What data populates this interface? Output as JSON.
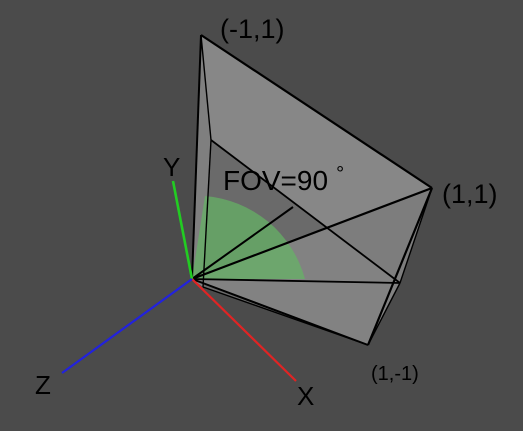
{
  "diagram": {
    "corners": {
      "top_left": "(-1,1)",
      "right": "(1,1)",
      "bottom_right": "(1,-1)"
    },
    "fov_label": "FOV=90",
    "fov_unit": "°",
    "axes": {
      "x": "X",
      "y": "Y",
      "z": "Z"
    },
    "colors": {
      "background": "#4b4b4b",
      "x_axis": "#e02424",
      "y_axis": "#22cc22",
      "z_axis": "#2222dd",
      "frustum_fill": "#8c8c8c",
      "fov_wedge": "#66b266"
    }
  }
}
